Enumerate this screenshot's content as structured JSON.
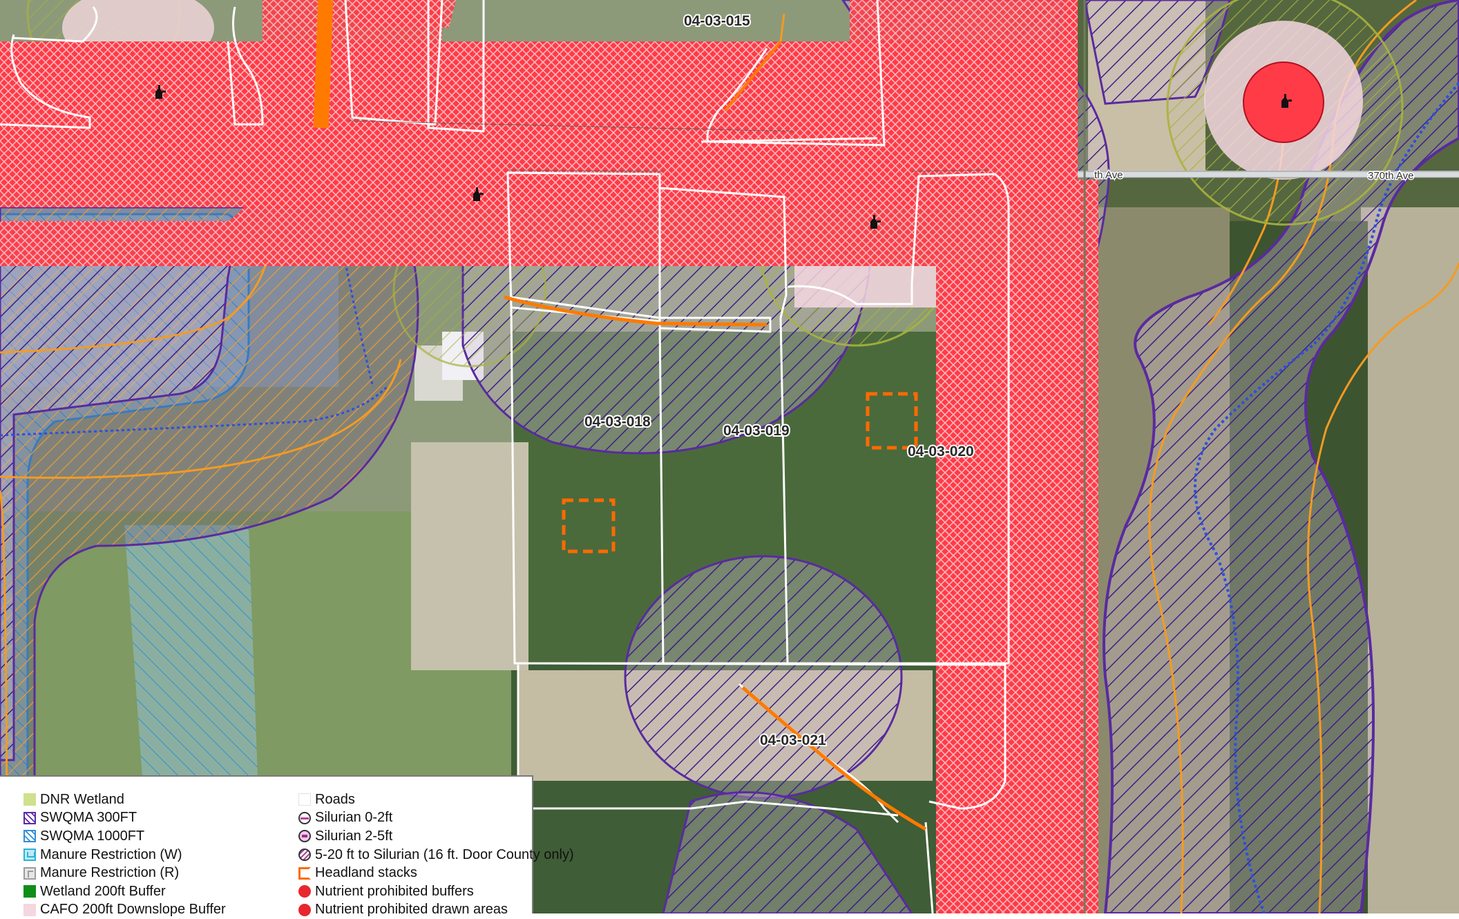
{
  "map": {
    "field_labels": [
      "04-03-015",
      "04-03-018",
      "04-03-019",
      "04-03-020",
      "04-03-021"
    ],
    "road_labels": [
      "th Ave",
      "370th Ave"
    ],
    "icons": {
      "feature_point": "hydrant-marker-icon",
      "headland_stack": "orange-dashed-square-icon"
    },
    "colors": {
      "prohibited_red": "#ff4a55",
      "swqma_300": "#5a2aa0",
      "swqma_1000": "#2f8fd8",
      "orange_line": "#f59b20",
      "field_outline": "#ffffff",
      "wetland_green": "#b5c24a",
      "cafo_pink": "#f5d7e0"
    }
  },
  "legend": {
    "left": [
      {
        "swatch": "wetland",
        "label": "DNR Wetland"
      },
      {
        "swatch": "swq300",
        "label": "SWQMA 300FT"
      },
      {
        "swatch": "swq1000",
        "label": "SWQMA 1000FT"
      },
      {
        "swatch": "manw",
        "label": "Manure Restriction (W)"
      },
      {
        "swatch": "manr",
        "label": "Manure Restriction (R)"
      },
      {
        "swatch": "wet200",
        "label": " Wetland 200ft Buffer"
      },
      {
        "swatch": "cafo",
        "label": "CAFO 200ft Downslope Buffer"
      }
    ],
    "right": [
      {
        "swatch": "roads",
        "label": "Roads"
      },
      {
        "swatch": "sil02",
        "label": "Silurian 0-2ft"
      },
      {
        "swatch": "sil25",
        "label": "Silurian 2-5ft"
      },
      {
        "swatch": "sil520",
        "label": "5-20 ft to Silurian (16 ft. Door County only)"
      },
      {
        "swatch": "headland",
        "label": "Headland stacks"
      },
      {
        "swatch": "nutbuf",
        "label": "Nutrient prohibited buffers"
      },
      {
        "swatch": "nutdrawn",
        "label": "Nutrient prohibited drawn areas"
      }
    ]
  }
}
